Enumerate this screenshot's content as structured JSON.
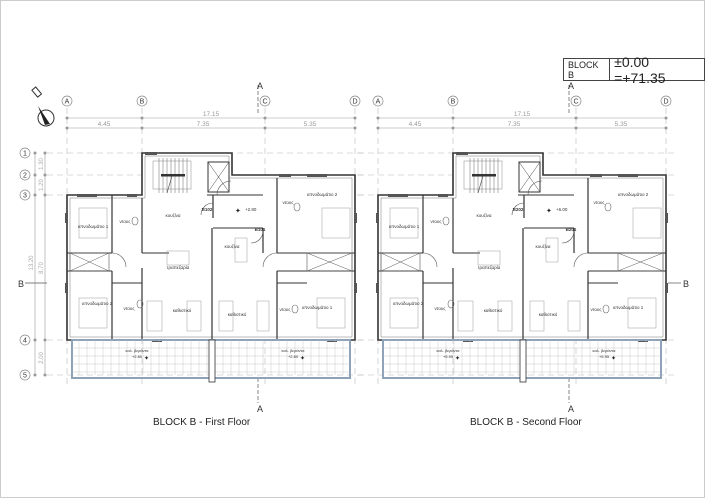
{
  "level_box": {
    "block": "BLOCK B",
    "level": "±0.00 =+71.35"
  },
  "grid": {
    "columns": [
      "A",
      "B",
      "C",
      "D"
    ],
    "rows": [
      "1",
      "2",
      "3",
      "4",
      "5"
    ],
    "section_marks": {
      "vertical": "A",
      "horizontal": "B"
    },
    "overall_dim": "17.15",
    "bay_dims": [
      "4.45",
      "7.35",
      "5.35"
    ],
    "row_dims": [
      "1.30",
      "1.20",
      "13.20",
      "8.70",
      "2.00"
    ]
  },
  "floors": [
    {
      "title": "BLOCK B - First Floor",
      "unit_left": "B102",
      "unit_right": "B101",
      "landing_level": "+2.80",
      "balcony_label": "καλ. βεράντα",
      "balcony_levels": [
        "+2.80",
        "+2.80"
      ]
    },
    {
      "title": "BLOCK B - Second Floor",
      "unit_left": "B202",
      "unit_right": "B201",
      "landing_level": "+6.00",
      "balcony_label": "καλ. βεράντα",
      "balcony_levels": [
        "+5.95",
        "+5.95"
      ]
    }
  ],
  "rooms": {
    "bedroom1": "υπνοδωμάτιο 1",
    "bedroom2": "υπνοδωμάτιο 2",
    "shower": "ντους",
    "kitchen": "κουζίνα",
    "dining": "τραπεζαρία",
    "living": "καθιστικό"
  },
  "colors": {
    "line": "#333333",
    "grid": "#b8b8b8",
    "balcony_rail": "#8fa3b8"
  }
}
